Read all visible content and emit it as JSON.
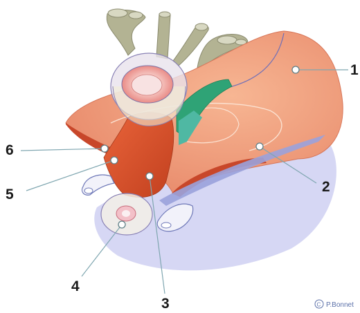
{
  "labels": {
    "l1": "1",
    "l2": "2",
    "l3": "3",
    "l4": "4",
    "l5": "5",
    "l6": "6"
  },
  "copyright": {
    "symbol": "C",
    "author": "P.Bonnet"
  },
  "colors": {
    "peritoneum": "#f0a27c",
    "peritoneum_edge": "#e07d5c",
    "muscle": "#d9532e",
    "ligament": "#2f9e6e",
    "vessel": "#a9a98a",
    "shadow": "#b9bde8"
  }
}
